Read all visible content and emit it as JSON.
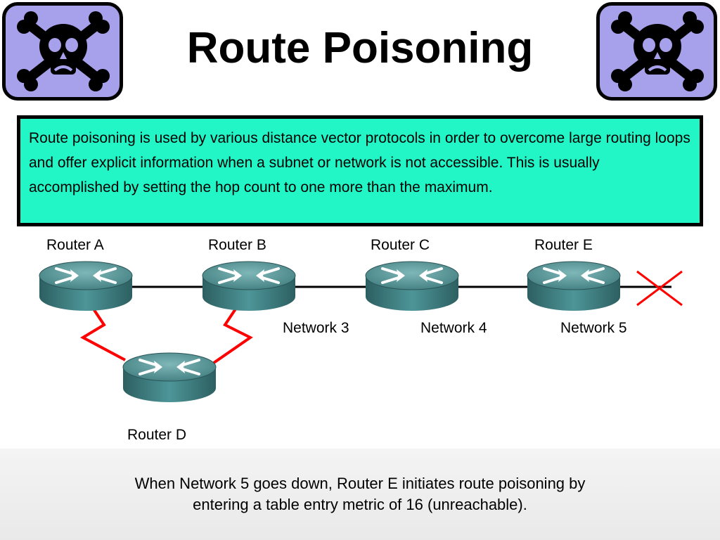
{
  "title": "Route Poisoning",
  "description": "Route poisoning is used by various distance vector protocols in order to overcome large routing loops and offer explicit information when a subnet or network is not accessible. This is usually accomplished by setting the hop count to one more than the maximum.",
  "routers": {
    "a": "Router A",
    "b": "Router B",
    "c": "Router C",
    "d": "Router D",
    "e": "Router E"
  },
  "networks": {
    "n3": "Network 3",
    "n4": "Network 4",
    "n5": "Network 5"
  },
  "caption": {
    "line1": "When Network 5 goes down, Router E initiates route poisoning by",
    "line2": "entering a table entry metric of 16 (unreachable)."
  },
  "colors": {
    "skull_bg": "#a7a0ea",
    "text_box_bg": "#22f6c6",
    "serial_link": "#ff0000",
    "down_marker": "#ff0000",
    "router_body": "#3f8486"
  },
  "icons": {
    "skull": "skull-crossbones-icon",
    "router": "router-icon",
    "down": "x-mark-icon"
  }
}
